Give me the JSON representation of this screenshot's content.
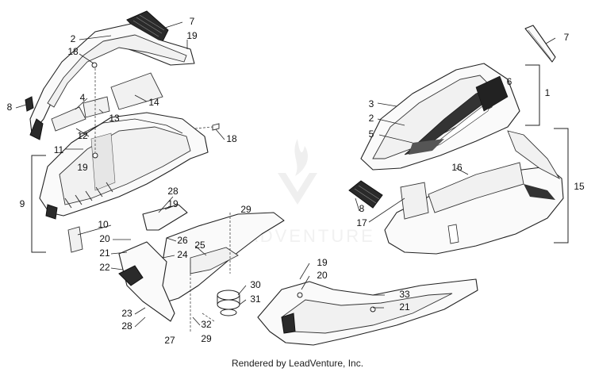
{
  "watermark": "LEADVENTURE",
  "credit": "Rendered by LeadVenture, Inc.",
  "callouts": [
    {
      "id": "c7a",
      "label": "7"
    },
    {
      "id": "c19a",
      "label": "19"
    },
    {
      "id": "c2a",
      "label": "2"
    },
    {
      "id": "c18a",
      "label": "18"
    },
    {
      "id": "c8a",
      "label": "8"
    },
    {
      "id": "c4",
      "label": "4"
    },
    {
      "id": "c14",
      "label": "14"
    },
    {
      "id": "c13",
      "label": "13"
    },
    {
      "id": "c12",
      "label": "12"
    },
    {
      "id": "c11",
      "label": "11"
    },
    {
      "id": "c18b",
      "label": "18"
    },
    {
      "id": "c9",
      "label": "9"
    },
    {
      "id": "c19b",
      "label": "19"
    },
    {
      "id": "c7b",
      "label": "7"
    },
    {
      "id": "c1",
      "label": "1"
    },
    {
      "id": "c6",
      "label": "6"
    },
    {
      "id": "c3",
      "label": "3"
    },
    {
      "id": "c2b",
      "label": "2"
    },
    {
      "id": "c5",
      "label": "5"
    },
    {
      "id": "c16",
      "label": "16"
    },
    {
      "id": "c15",
      "label": "15"
    },
    {
      "id": "c8b",
      "label": "8"
    },
    {
      "id": "c17",
      "label": "17"
    },
    {
      "id": "c28",
      "label": "28"
    },
    {
      "id": "c19c",
      "label": "19"
    },
    {
      "id": "c29a",
      "label": "29"
    },
    {
      "id": "c10",
      "label": "10"
    },
    {
      "id": "c20a",
      "label": "20"
    },
    {
      "id": "c26",
      "label": "26"
    },
    {
      "id": "c25",
      "label": "25"
    },
    {
      "id": "c21a",
      "label": "21"
    },
    {
      "id": "c24",
      "label": "24"
    },
    {
      "id": "c22",
      "label": "22"
    },
    {
      "id": "c30",
      "label": "30"
    },
    {
      "id": "c31",
      "label": "31"
    },
    {
      "id": "c23",
      "label": "23"
    },
    {
      "id": "c28b",
      "label": "28"
    },
    {
      "id": "c32",
      "label": "32"
    },
    {
      "id": "c27",
      "label": "27"
    },
    {
      "id": "c29b",
      "label": "29"
    },
    {
      "id": "c19d",
      "label": "19"
    },
    {
      "id": "c20b",
      "label": "20"
    },
    {
      "id": "c33",
      "label": "33"
    },
    {
      "id": "c21b",
      "label": "21"
    }
  ]
}
